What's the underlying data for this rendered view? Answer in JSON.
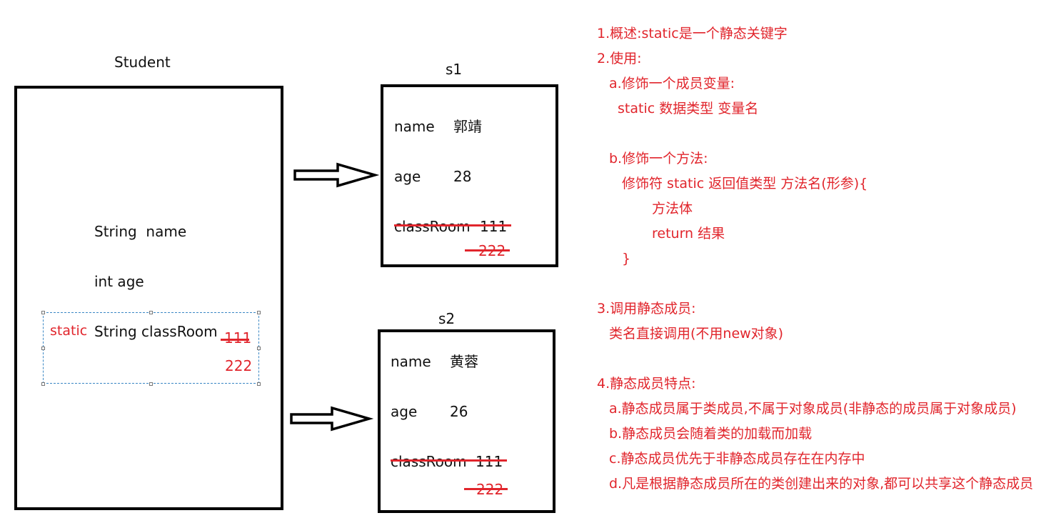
{
  "student": {
    "title": "Student",
    "field_name": "String  name",
    "field_age": "int age",
    "static_keyword": "static",
    "field_classroom": "String classRoom",
    "old_value": "111",
    "new_value": "222"
  },
  "s1": {
    "title": "s1",
    "name_label": "name",
    "name_value": "郭靖",
    "age_label": "age",
    "age_value": "28",
    "classroom_label": "classRoom",
    "classroom_value": "111",
    "classroom_new_value": "222"
  },
  "s2": {
    "title": "s2",
    "name_label": "name",
    "name_value": "黄蓉",
    "age_label": "age",
    "age_value": "26",
    "classroom_label": "classRoom",
    "classroom_value": "111",
    "classroom_new_value": "222"
  },
  "notes": [
    "1.概述:static是一个静态关键字",
    "2.使用:",
    "a.修饰一个成员变量:",
    "static 数据类型 变量名",
    "b.修饰一个方法:",
    "修饰符 static 返回值类型 方法名(形参){",
    "方法体",
    "return 结果",
    "}",
    "3.调用静态成员:",
    "类名直接调用(不用new对象)",
    "4.静态成员特点:",
    "a.静态成员属于类成员,不属于对象成员(非静态的成员属于对象成员)",
    "b.静态成员会随着类的加载而加载",
    "c.静态成员优先于非静态成员存在在内存中",
    "d.凡是根据静态成员所在的类创建出来的对象,都可以共享这个静态成员"
  ],
  "colors": {
    "accent": "#e1252c",
    "border": "#000000",
    "selection": "#3a87c4"
  }
}
